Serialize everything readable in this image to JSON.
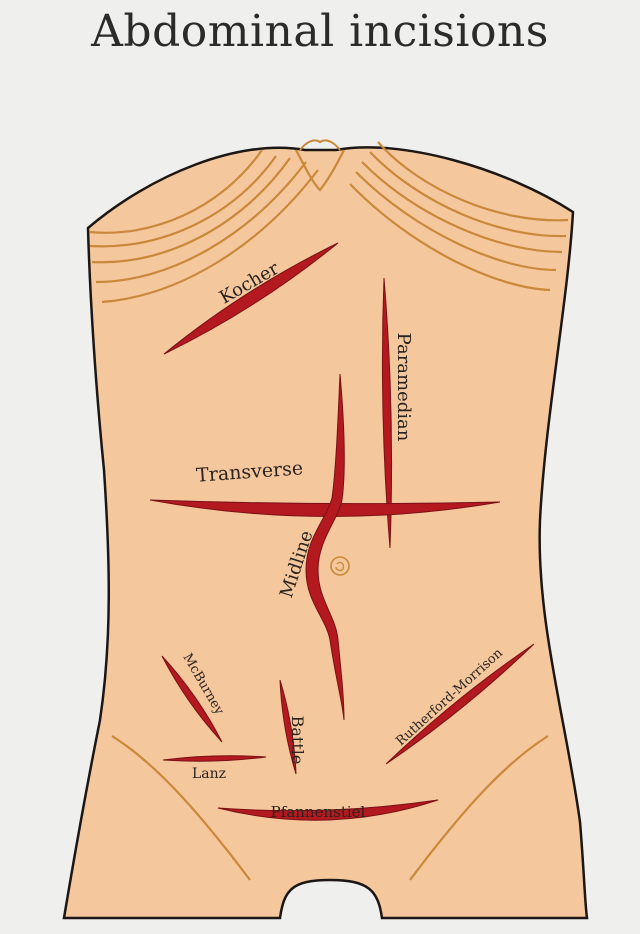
{
  "title": "Abdominal incisions",
  "colors": {
    "background": "#efefed",
    "skin": "#f5c79c",
    "outline": "#1c1714",
    "crease": "#c9893b",
    "incision": "#b3191f",
    "incision_edge": "#7a1114"
  },
  "incisions": {
    "kocher": "Kocher",
    "paramedian": "Paramedian",
    "transverse": "Transverse",
    "midline": "Midline",
    "mcburney": "McBurney",
    "rutherford_morrison": "Rutherford-Morrison",
    "battle": "Battle",
    "lanz": "Lanz",
    "pfannenstiel": "Pfannenstiel"
  }
}
